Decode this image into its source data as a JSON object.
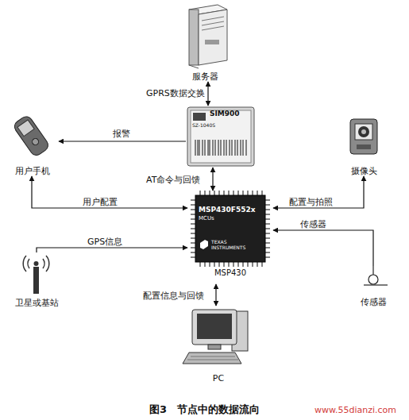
{
  "diagram": {
    "caption": "图3　节点中的数据流向",
    "nodes": [
      {
        "text": [
          "服务器"
        ]
      },
      {
        "text": [
          "SIM900",
          "SZ-1040S"
        ]
      },
      {
        "text": [
          "用户手机"
        ]
      },
      {
        "text": [
          "摄像头"
        ]
      },
      {
        "text": [
          "MSP430F552x",
          "MCUs",
          "TEXAS INSTRUMENTS",
          "MSP430"
        ]
      },
      {
        "text": [
          "卫星或基站"
        ]
      },
      {
        "text": [
          "传感器"
        ]
      },
      {
        "text": [
          "PC"
        ]
      }
    ],
    "edges": [
      {
        "from": 0,
        "to": 1,
        "arrow": "both",
        "label": "GPRS数据交换"
      },
      {
        "from": 1,
        "to": 2,
        "arrow": "to",
        "label": "报警"
      },
      {
        "from": 1,
        "to": 4,
        "arrow": "both",
        "label": "AT命令与回馈"
      },
      {
        "from": 4,
        "to": 2,
        "arrow": "both",
        "label": "用户配置"
      },
      {
        "from": 4,
        "to": 3,
        "arrow": "both",
        "label": "配置与拍照"
      },
      {
        "from": 6,
        "to": 4,
        "arrow": "to",
        "label": "传感器"
      },
      {
        "from": 5,
        "to": 4,
        "arrow": "to",
        "label": "GPS信息"
      },
      {
        "from": 4,
        "to": 7,
        "arrow": "both",
        "label": "配置信息与回馈"
      }
    ],
    "labels": [
      "www.55dianzi.com"
    ]
  }
}
